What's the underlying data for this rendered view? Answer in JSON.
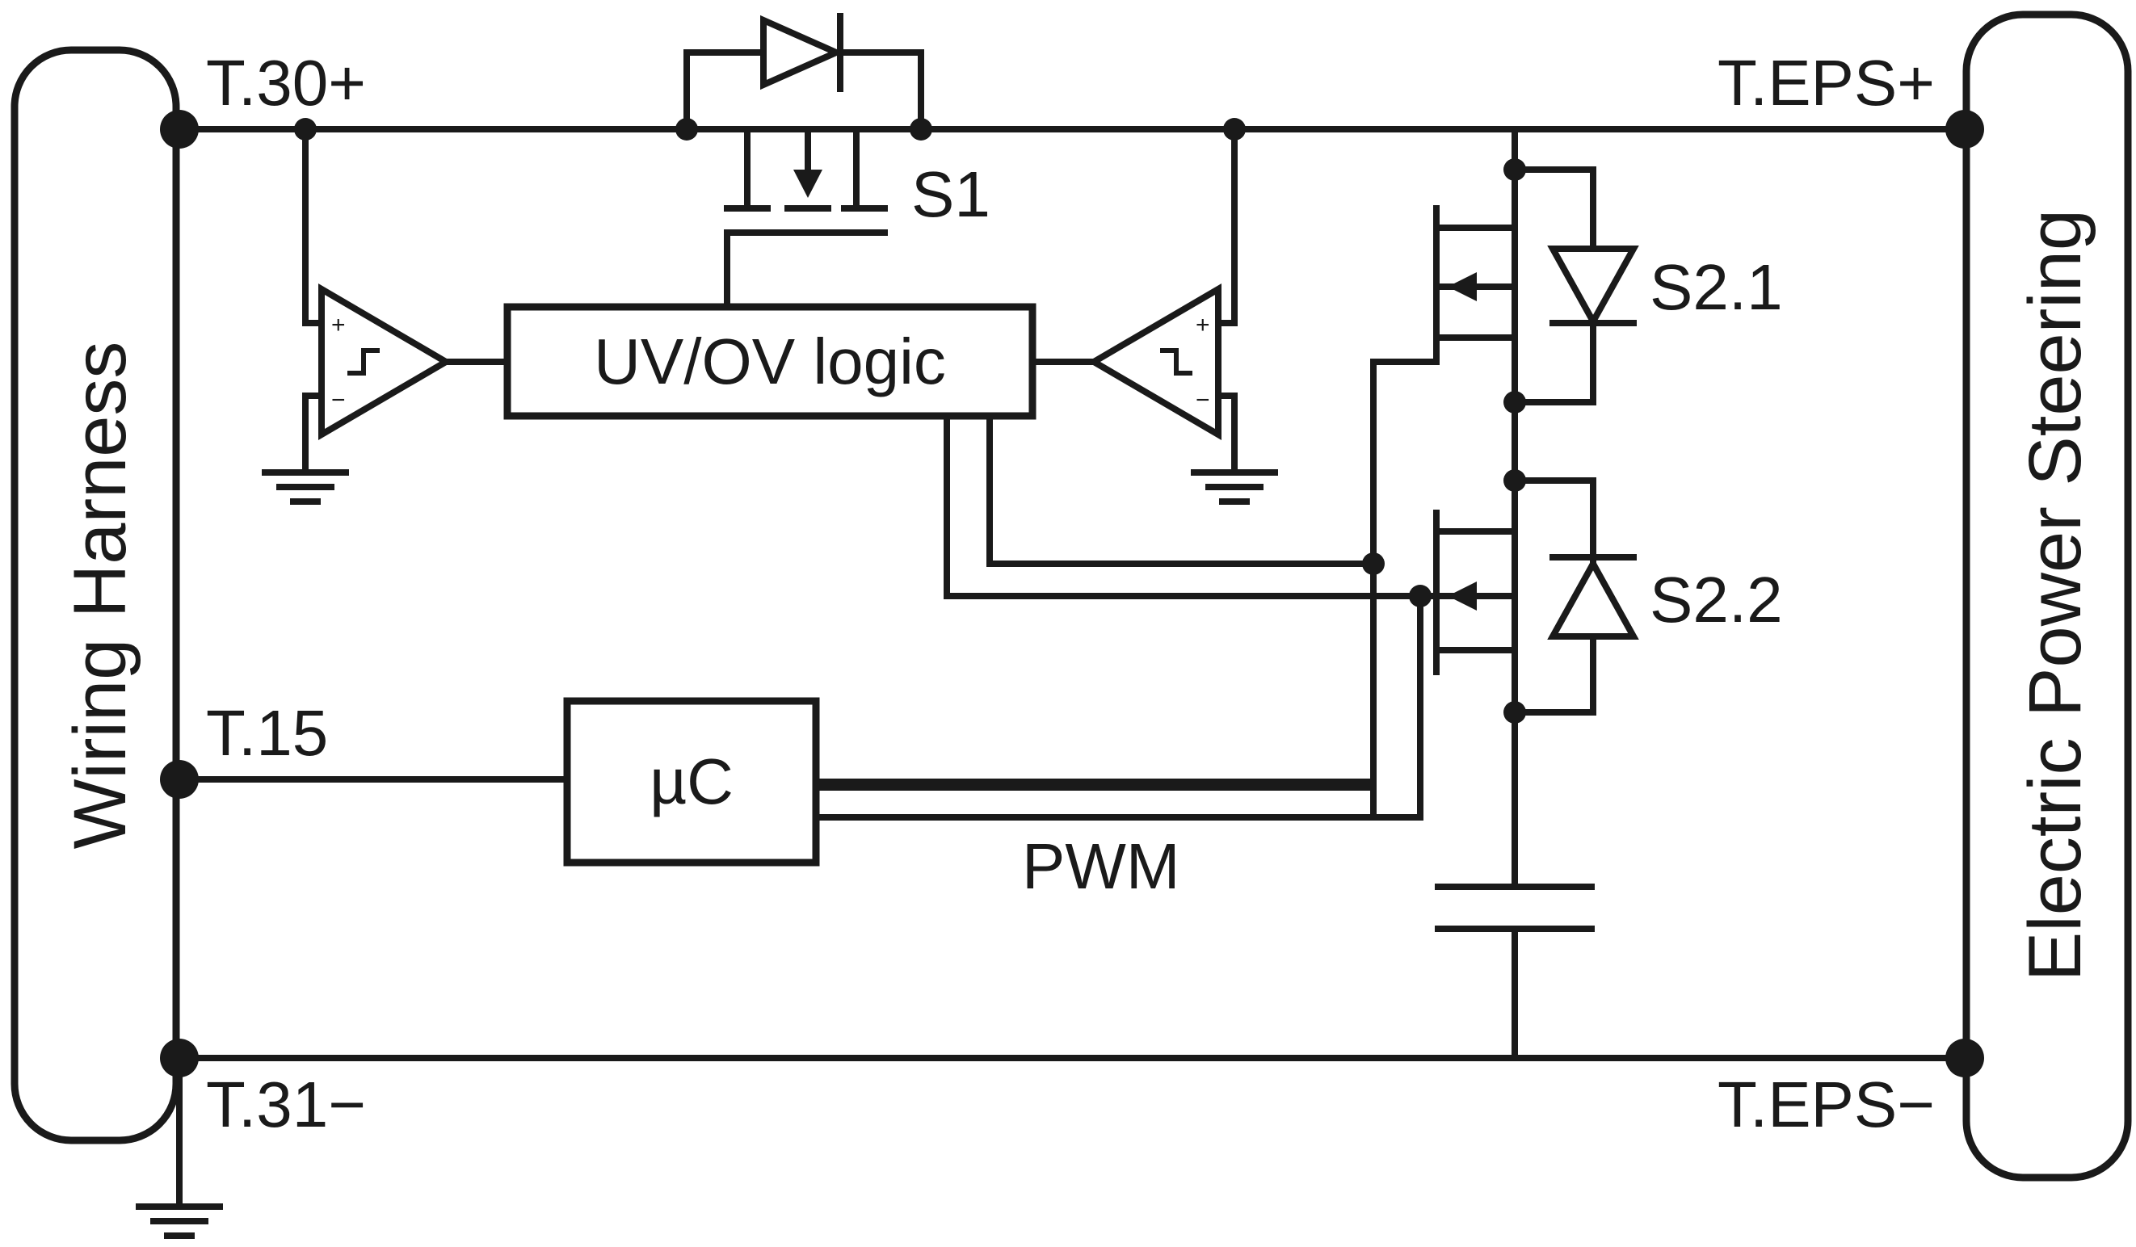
{
  "blocks": {
    "left": "Wiring Harness",
    "right": "Electric Power Steering",
    "logic": "UV/OV logic",
    "uc": "µC"
  },
  "terminals": {
    "t30": "T.30+",
    "t15": "T.15",
    "t31": "T.31−",
    "teps_pos": "T.EPS+",
    "teps_neg": "T.EPS−"
  },
  "components": {
    "s1": "S1",
    "s21": "S2.1",
    "s22": "S2.2"
  },
  "signals": {
    "pwm": "PWM"
  },
  "comparator": {
    "plus": "+",
    "minus": "−"
  },
  "colors": {
    "line": "#1a1a1a",
    "background": "#ffffff"
  }
}
